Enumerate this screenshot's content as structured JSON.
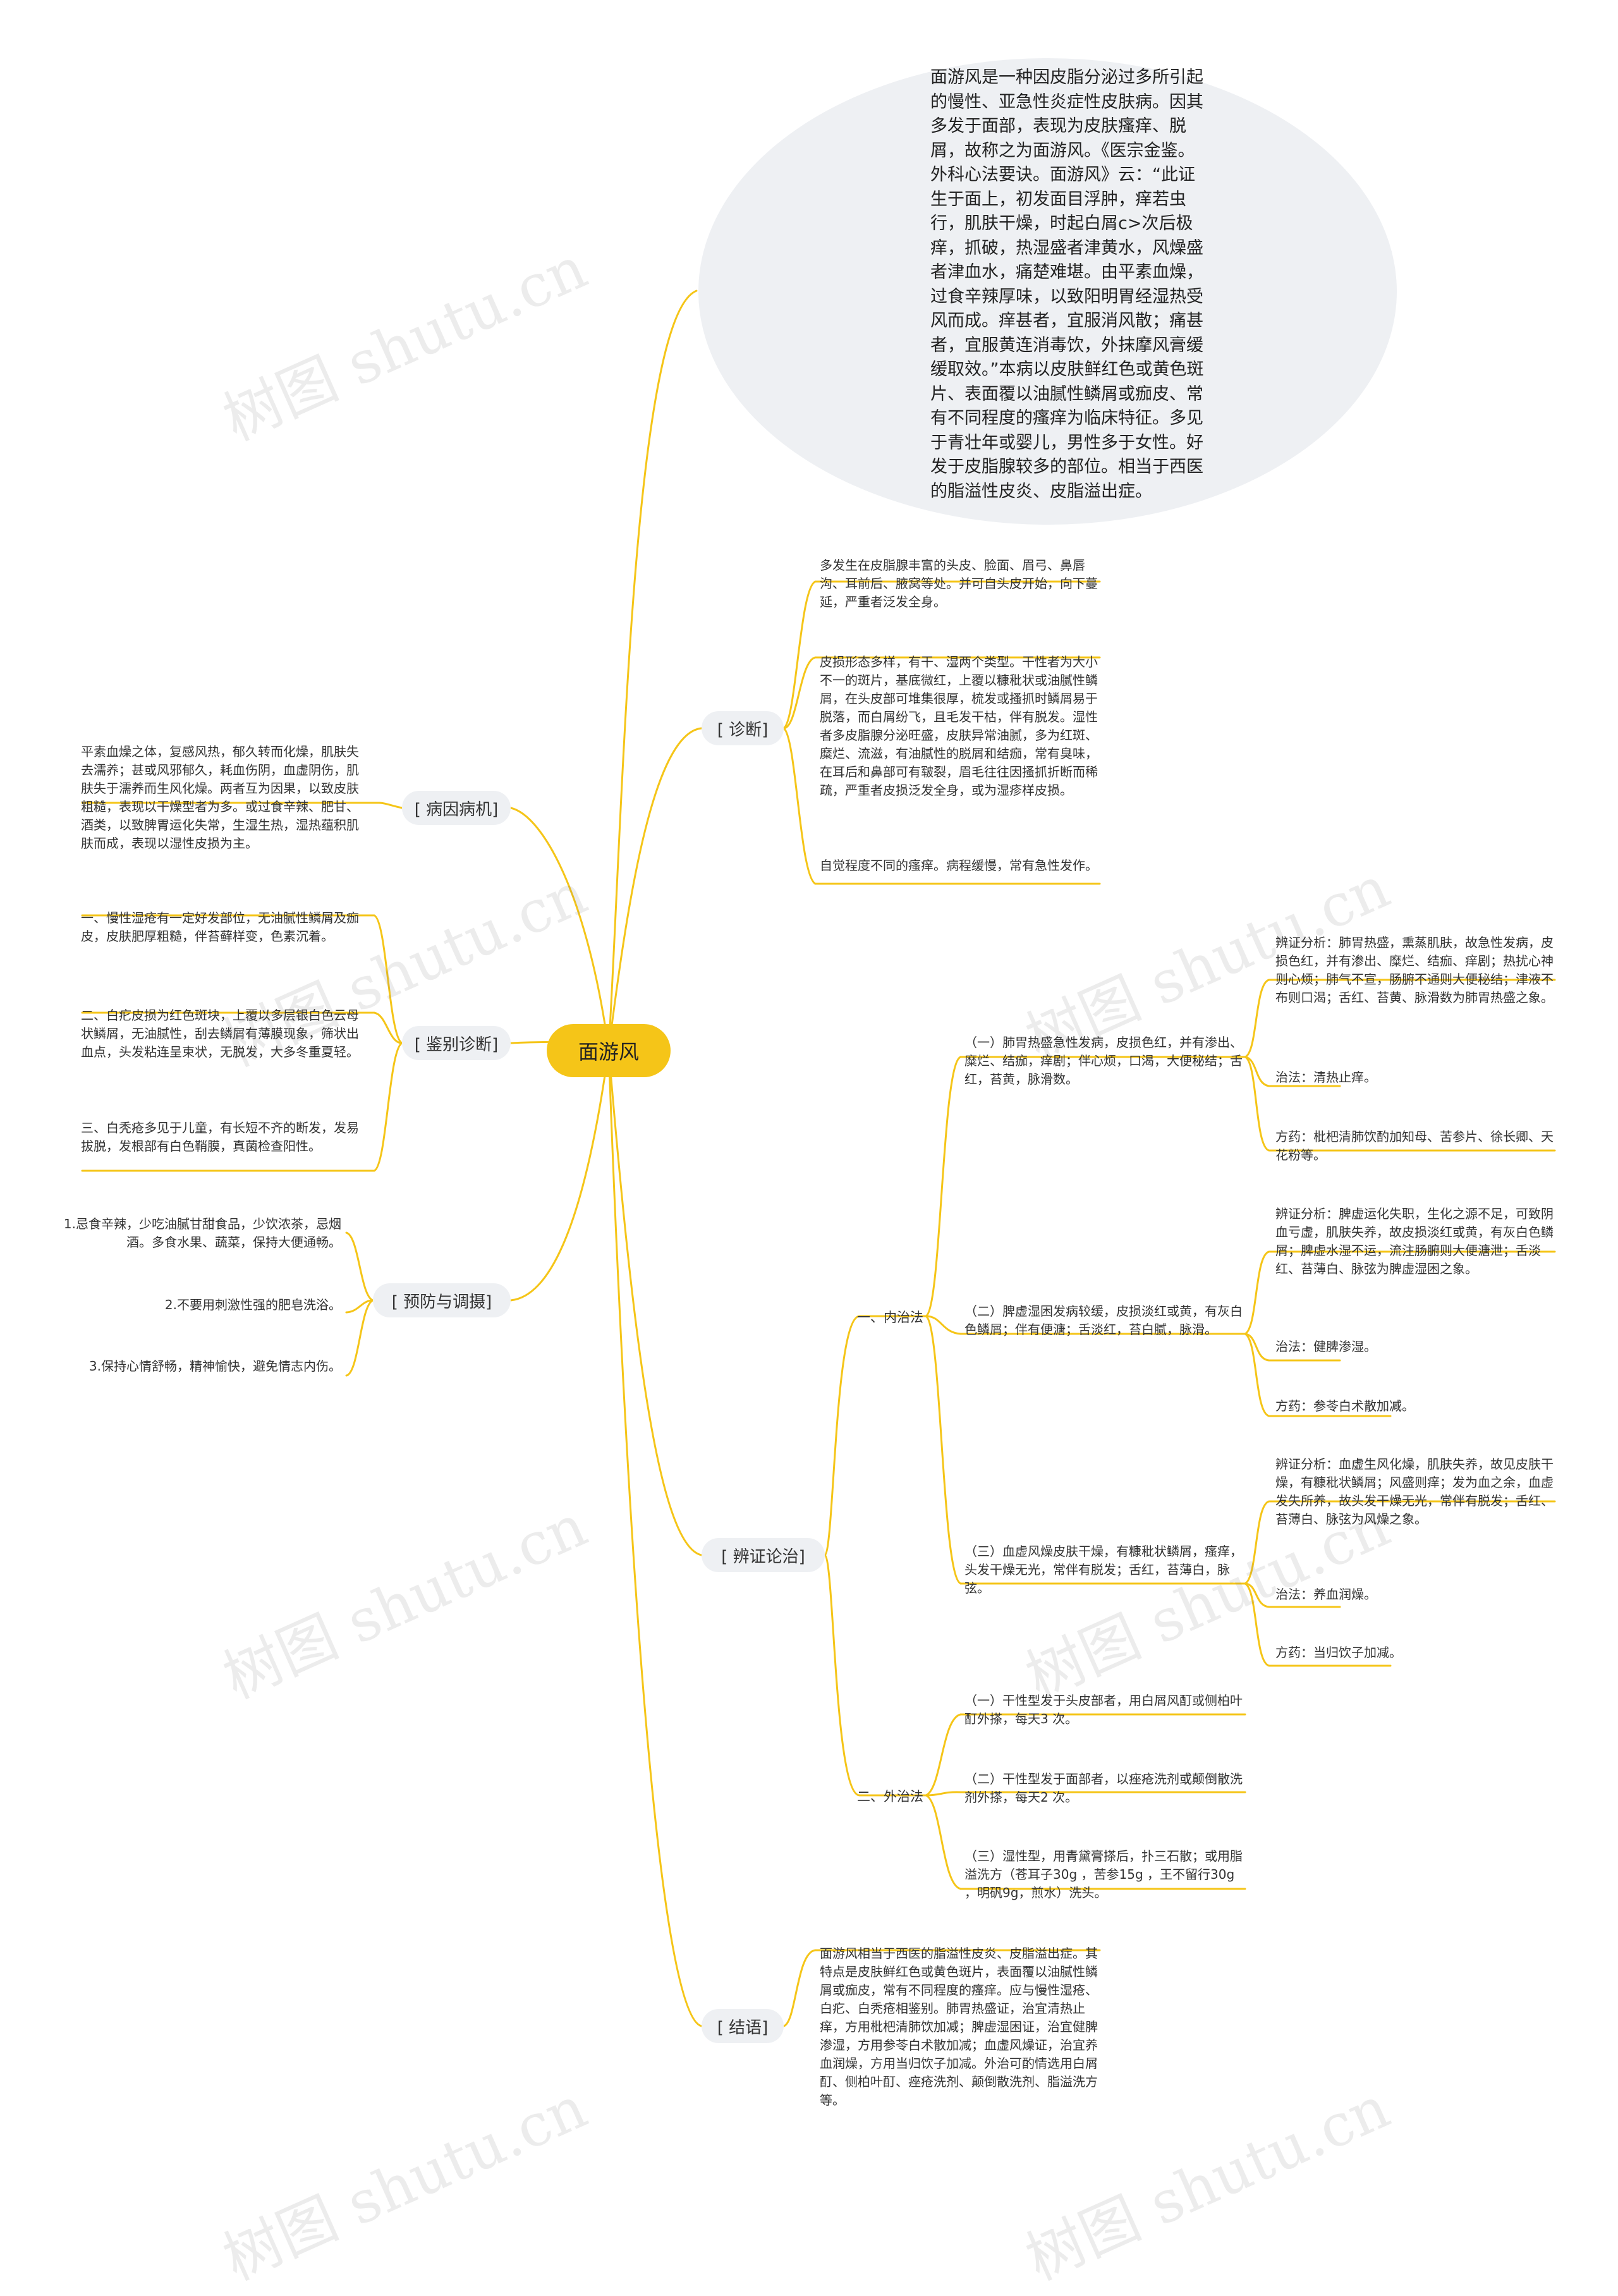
{
  "root": "面游风",
  "intro": "面游风是一种因皮脂分泌过多所引起的慢性、亚急性炎症性皮肤病。因其多发于面部，表现为皮肤瘙痒、脱屑，故称之为面游风。《医宗金鉴。外科心法要诀。面游风》云：“此证生于面上，初发面目浮肿，痒若虫行，肌肤干燥，时起白屑c>次后极痒，抓破，热湿盛者津黄水，风燥盛者津血水，痛楚难堪。由平素血燥，过食辛辣厚味，以致阳明胃经湿热受风而成。痒甚者，宜服消风散；痛甚者，宜服黄连消毒饮，外抹摩风膏缓缓取效。”本病以皮肤鲜红色或黄色斑片、表面覆以油腻性鳞屑或痂皮、常有不同程度的瘙痒为临床特征。多见于青壮年或婴儿，男性多于女性。好发于皮脂腺较多的部位。相当于西医的脂溢性皮炎、皮脂溢出症。",
  "diagnosis": {
    "label": "[ 诊断]",
    "items": [
      "多发生在皮脂腺丰富的头皮、脸面、眉弓、鼻唇沟、耳前后、腋窝等处。并可自头皮开始，向下蔓延，严重者泛发全身。",
      "皮损形态多样，有干、湿两个类型。干性者为大小不一的斑片，基底微红，上覆以糠秕状或油腻性鳞屑，在头皮部可堆集很厚，梳发或搔抓时鳞屑易于脱落，而白屑纷飞，且毛发干枯，伴有脱发。湿性者多皮脂腺分泌旺盛，皮肤异常油腻，多为红斑、糜烂、流滋，有油腻性的脱屑和结痂，常有臭味，在耳后和鼻部可有皲裂，眉毛往往因搔抓折断而稀疏，严重者皮损泛发全身，或为湿疹样皮损。",
      "自觉程度不同的瘙痒。病程缓慢，常有急性发作。"
    ]
  },
  "etiology": {
    "label": "[ 病因病机]",
    "text": "平素血燥之体，复感风热，郁久转而化燥，肌肤失去濡养；甚或风邪郁久，耗血伤阴，血虚阴伤，肌肤失于濡养而生风化燥。两者互为因果，以致皮肤粗糙，表现以干燥型者为多。或过食辛辣、肥甘、酒类，以致脾胃运化失常，生湿生热，湿热蕴积肌肤而成，表现以湿性皮损为主。"
  },
  "differential": {
    "label": "[ 鉴别诊断]",
    "items": [
      "一、慢性湿疮有一定好发部位，无油腻性鳞屑及痂皮，皮肤肥厚粗糙，伴苔藓样变，色素沉着。",
      "二、白疕皮损为红色斑块，上覆以多层银白色云母状鳞屑，无油腻性，刮去鳞屑有薄膜现象，筛状出血点，头发粘连呈束状，无脱发，大多冬重夏轻。",
      "三、白秃疮多见于儿童，有长短不齐的断发，发易拔脱，发根部有白色鞘膜，真菌检查阳性。"
    ]
  },
  "prevention": {
    "label": "[ 预防与调摄]",
    "items": [
      "1.忌食辛辣，少吃油腻甘甜食品，少饮浓茶，忌烟酒。多食水果、蔬菜，保持大便通畅。",
      "2.不要用刺激性强的肥皂洗浴。",
      "3.保持心情舒畅，精神愉快，避免情志内伤。"
    ]
  },
  "treatment": {
    "label": "[ 辨证论治]",
    "internal": {
      "label": "一、内治法",
      "types": [
        {
          "text": "（一）肺胃热盛急性发病，皮损色红，并有渗出、糜烂、结痂，痒剧；伴心烦，口渴，大便秘结；舌红，苔黄，脉滑数。",
          "analysis": "辨证分析：肺胃热盛，熏蒸肌肤，故急性发病，皮损色红，并有渗出、糜烂、结痂、痒剧；热扰心神则心烦；肺气不宣，肠腑不通则大便秘结；津液不布则口渴；舌红、苔黄、脉滑数为肺胃热盛之象。",
          "method": "治法：清热止痒。",
          "formula": "方药：枇杷清肺饮酌加知母、苦参片、徐长卿、天花粉等。"
        },
        {
          "text": "（二）脾虚湿困发病较缓，皮损淡红或黄，有灰白色鳞屑；伴有便溏；舌淡红，苔白腻，脉滑。",
          "analysis": "辨证分析：脾虚运化失职，生化之源不足，可致阴血亏虚，肌肤失养，故皮损淡红或黄，有灰白色鳞屑；脾虚水湿不运，流注肠腑则大便溏泄；舌淡红、苔薄白、脉弦为脾虚湿困之象。",
          "method": "治法：健脾渗湿。",
          "formula": "方药：参苓白术散加减。"
        },
        {
          "text": "（三）血虚风燥皮肤干燥，有糠秕状鳞屑，瘙痒，头发干燥无光，常伴有脱发；舌红，苔薄白，脉弦。",
          "analysis": "辨证分析：血虚生风化燥，肌肤失养，故见皮肤干燥，有糠秕状鳞屑；风盛则痒；发为血之余，血虚发失所养，故头发干燥无光，常伴有脱发；舌红、苔薄白、脉弦为风燥之象。",
          "method": "治法：养血润燥。",
          "formula": "方药：当归饮子加减。"
        }
      ]
    },
    "external": {
      "label": "二、外治法",
      "items": [
        "（一）干性型发于头皮部者，用白屑风酊或侧柏叶酊外搽，每天3 次。",
        "（二）干性型发于面部者，以痤疮洗剂或颠倒散洗剂外搽，每天2 次。",
        "（三）湿性型，用青黛膏搽后，扑三石散；或用脂溢洗方（苍耳子30g ，苦参15g ，王不留行30g ，明矾9g，煎水）洗头。"
      ]
    }
  },
  "conclusion": {
    "label": "[ 结语]",
    "text": "面游风相当于西医的脂溢性皮炎、皮脂溢出症。其特点是皮肤鲜红色或黄色斑片，表面覆以油腻性鳞屑或痂皮，常有不同程度的瘙痒。应与慢性湿疮、白疕、白秃疮相鉴别。肺胃热盛证，治宜清热止痒，方用枇杷清肺饮加减；脾虚湿困证，治宜健脾渗湿，方用参苓白术散加减；血虚风燥证，治宜养血润燥，方用当归饮子加减。外治可酌情选用白屑酊、侧柏叶酊、痤疮洗剂、颠倒散洗剂、脂溢洗方等。"
  },
  "watermark": "树图 shutu.cn",
  "colors": {
    "line": "#f5c518",
    "bubble": "#eef0f3",
    "root": "#f5c518"
  }
}
